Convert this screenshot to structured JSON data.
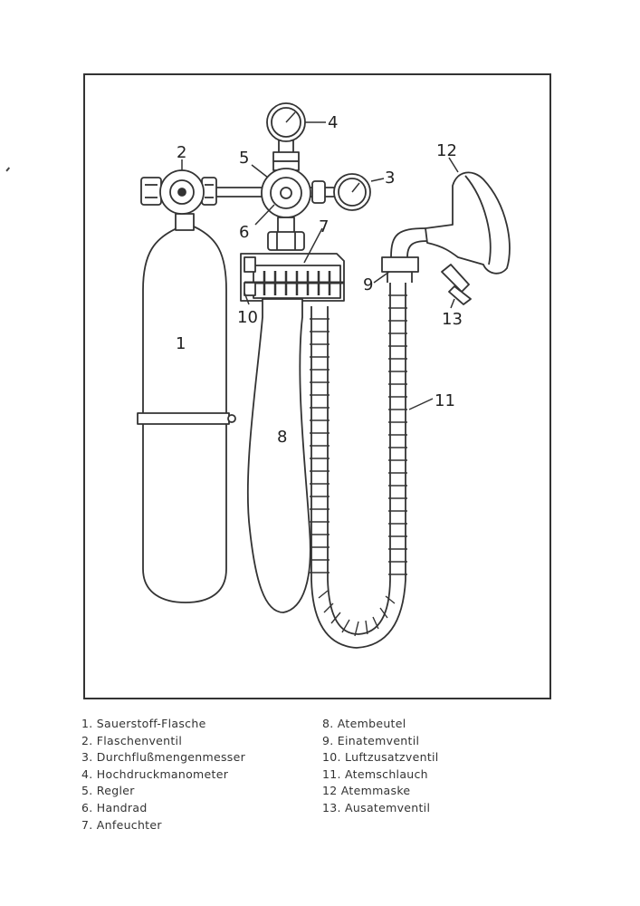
{
  "labels": [
    "1",
    "2",
    "3",
    "4",
    "5",
    "6",
    "7",
    "8",
    "9",
    "10",
    "11",
    "12",
    "13"
  ],
  "legend_left": [
    "1.  Sauerstoff-Flasche",
    "2.  Flaschenventil",
    "3.  Durchflußmengenmesser",
    "4.  Hochdruckmanometer",
    "5.  Regler",
    "6.  Handrad",
    "7.  Anfeuchter"
  ],
  "legend_right": [
    "8.  Atembeutel",
    "9.  Einatemventil",
    "10.  Luftzusatzventil",
    "11.  Atemschlauch",
    "12  Atemmaske",
    "13.  Ausatemventil"
  ]
}
